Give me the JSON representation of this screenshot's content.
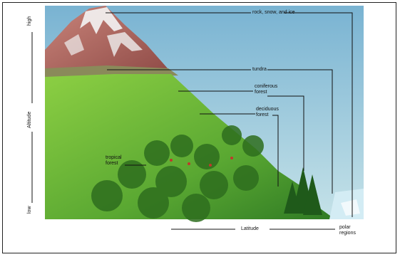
{
  "labels": {
    "rock": "rock, snow, and ice",
    "tundra": "tundra",
    "coniferous": "coniferous forest",
    "deciduous": "deciduous forest",
    "tropical": "tropical forest",
    "polar": "polar regions"
  },
  "axes": {
    "latitude": "Latitude",
    "altitude": "Altitude",
    "high": "high",
    "low": "low"
  },
  "colors": {
    "sky_top": "#7fb8d4",
    "sky_bottom": "#b8dce6",
    "mountain_rock": "#b0645a",
    "snow": "#f2f2f2",
    "forest_light": "#7cc23a",
    "forest_dark": "#2f7a24",
    "polar_ice": "#cfe8f2"
  }
}
